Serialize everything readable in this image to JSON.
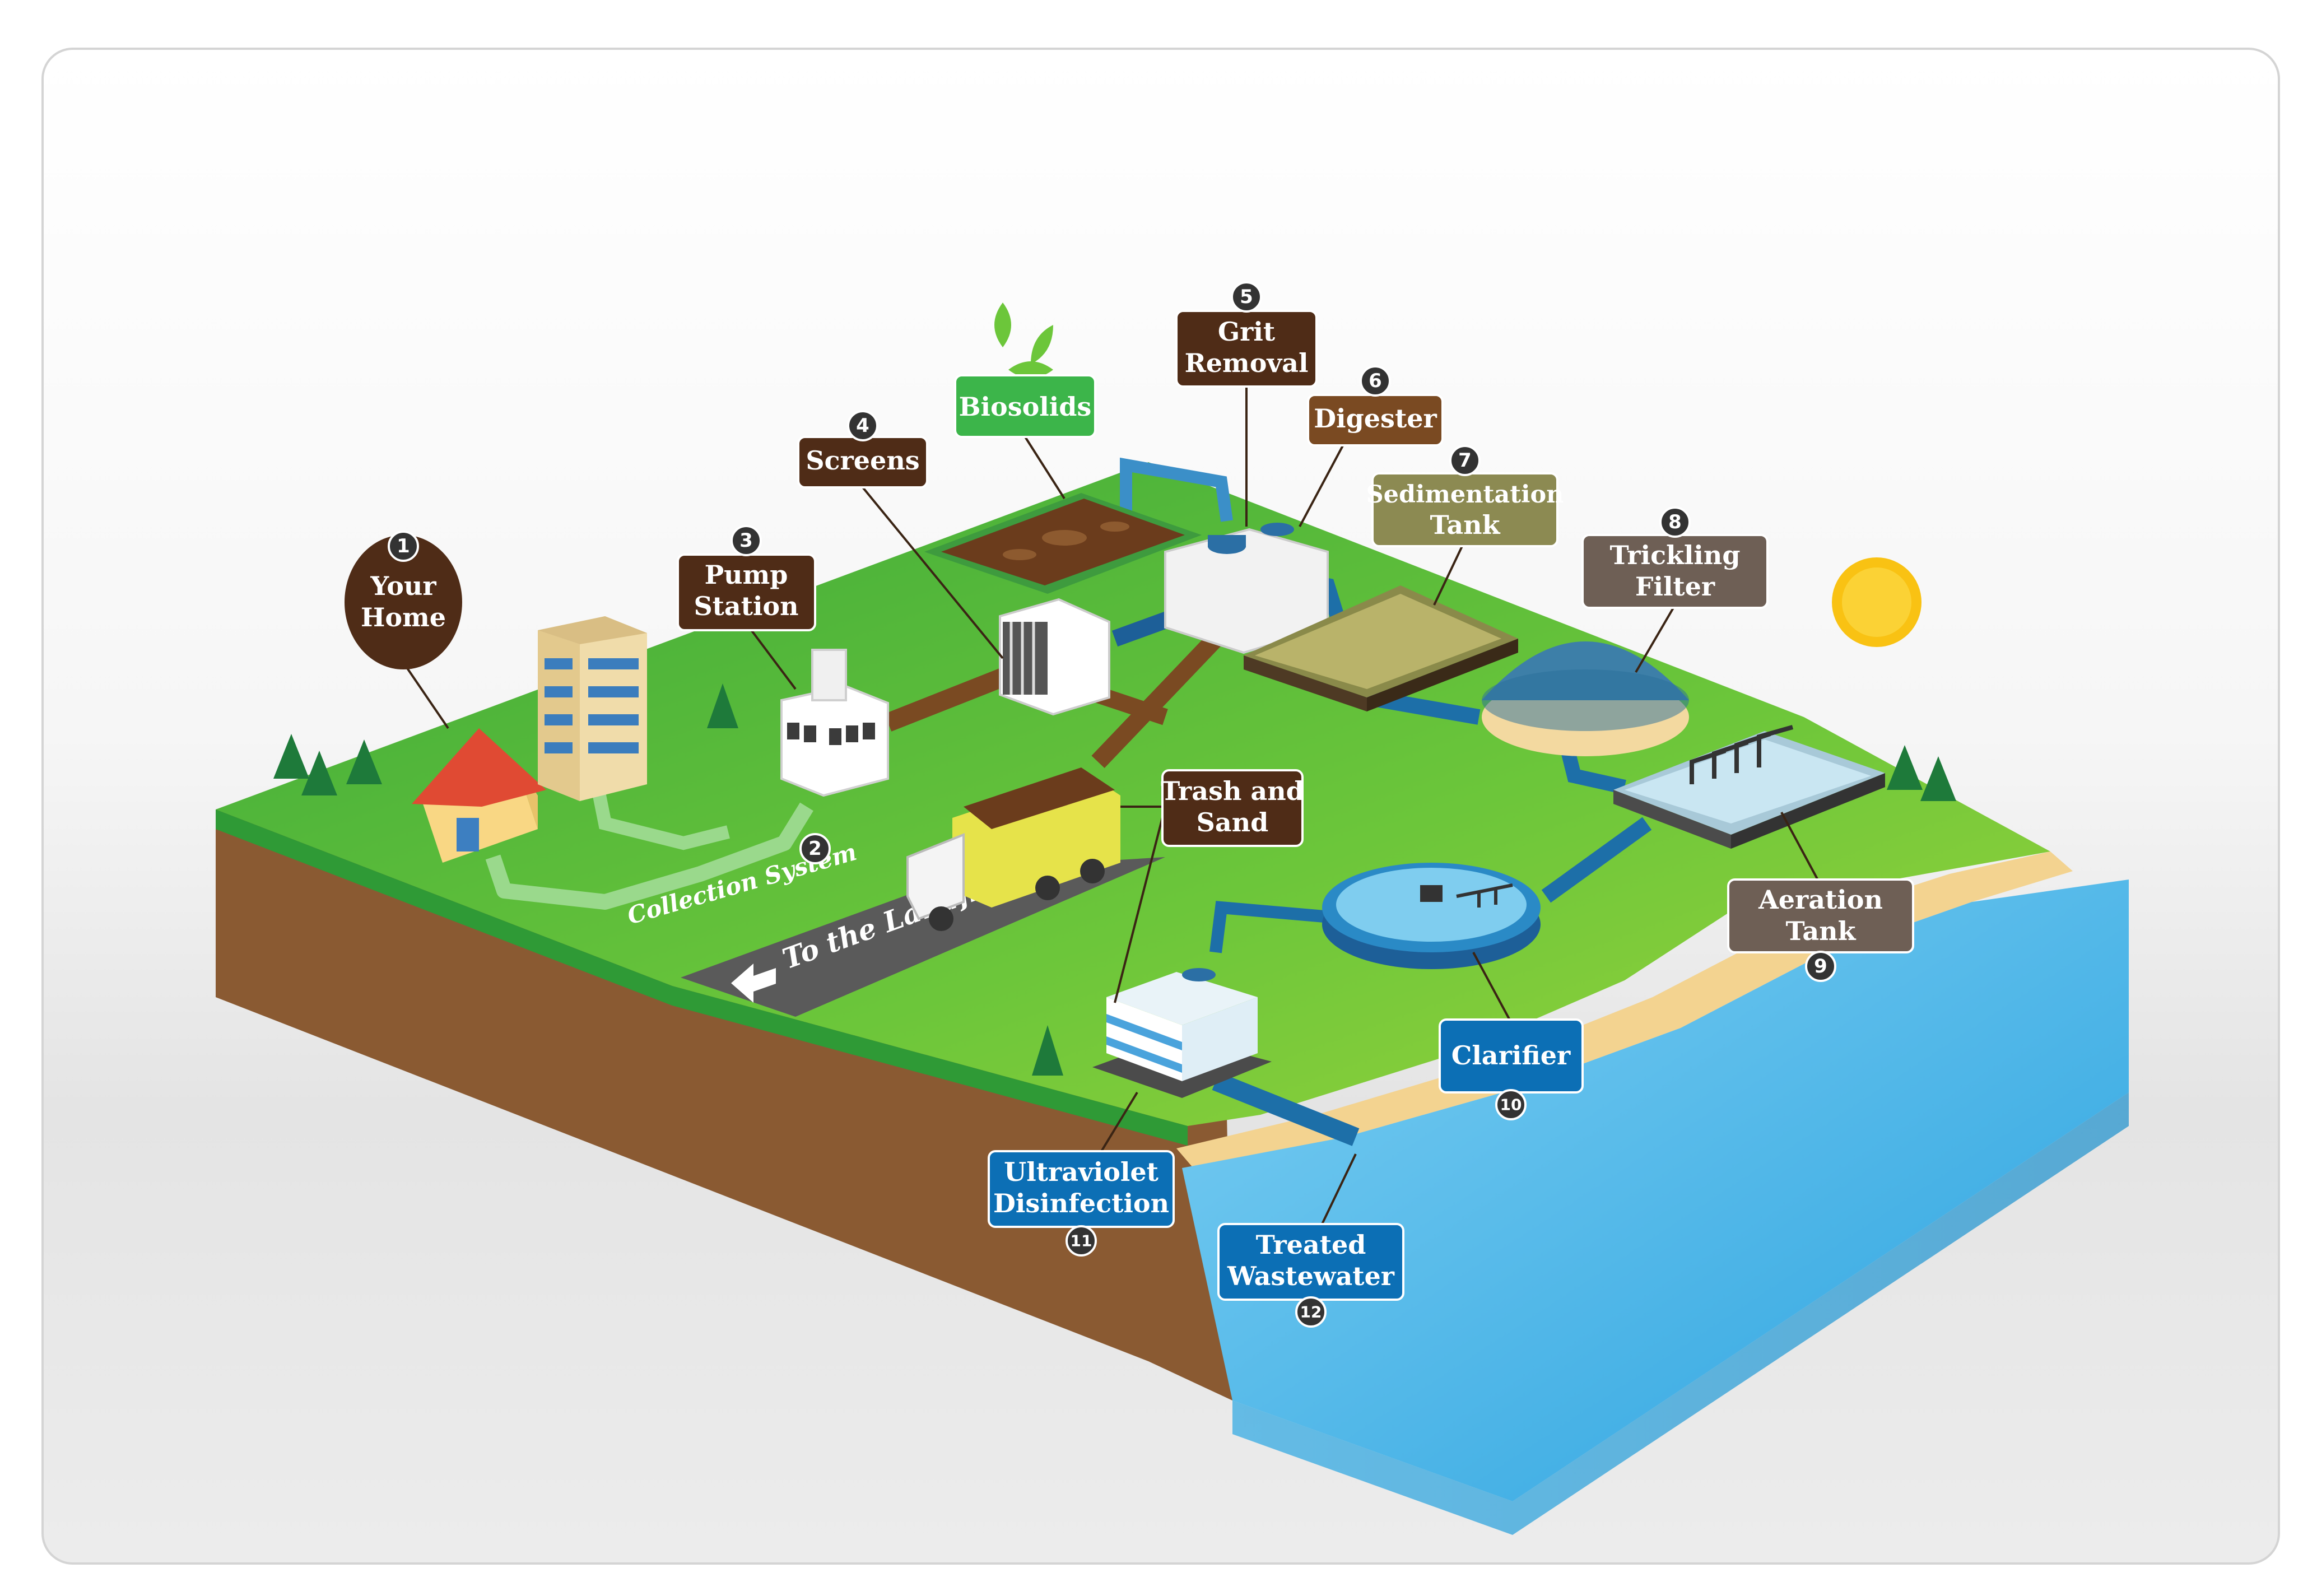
{
  "labels": {
    "your_home": {
      "number": "1",
      "line1": "Your",
      "line2": "Home"
    },
    "collection_system": {
      "number": "2",
      "text": "Collection System"
    },
    "pump_station": {
      "number": "3",
      "line1": "Pump",
      "line2": "Station"
    },
    "screens": {
      "number": "4",
      "text": "Screens"
    },
    "biosolids": {
      "text": "Biosolids"
    },
    "grit_removal": {
      "number": "5",
      "line1": "Grit",
      "line2": "Removal"
    },
    "digester": {
      "number": "6",
      "text": "Digester"
    },
    "sedimentation_tank": {
      "number": "7",
      "line1": "Sedimentation",
      "line2": "Tank"
    },
    "trickling_filter": {
      "number": "8",
      "line1": "Trickling",
      "line2": "Filter"
    },
    "aeration_tank": {
      "number": "9",
      "line1": "Aeration",
      "line2": "Tank"
    },
    "clarifier": {
      "number": "10",
      "text": "Clarifier"
    },
    "uv_disinfection": {
      "number": "11",
      "line1": "Ultraviolet",
      "line2": "Disinfection"
    },
    "treated_wastewater": {
      "number": "12",
      "line1": "Treated",
      "line2": "Wastewater"
    },
    "trash_and_sand": {
      "line1": "Trash and",
      "line2": "Sand"
    },
    "to_the_landfill": {
      "text": "To the Landfill"
    }
  },
  "colors": {
    "label_brown": "#4f2c17",
    "label_mid_brown": "#7a4a22",
    "label_olive": "#8c8a52",
    "label_gray_brown": "#6e5f55",
    "label_green": "#3cb54a",
    "label_blue": "#0c6fb5",
    "grass": "#5bbf3a",
    "soil": "#8a5a32",
    "water": "#2ca4e0",
    "sand": "#f3d390"
  }
}
